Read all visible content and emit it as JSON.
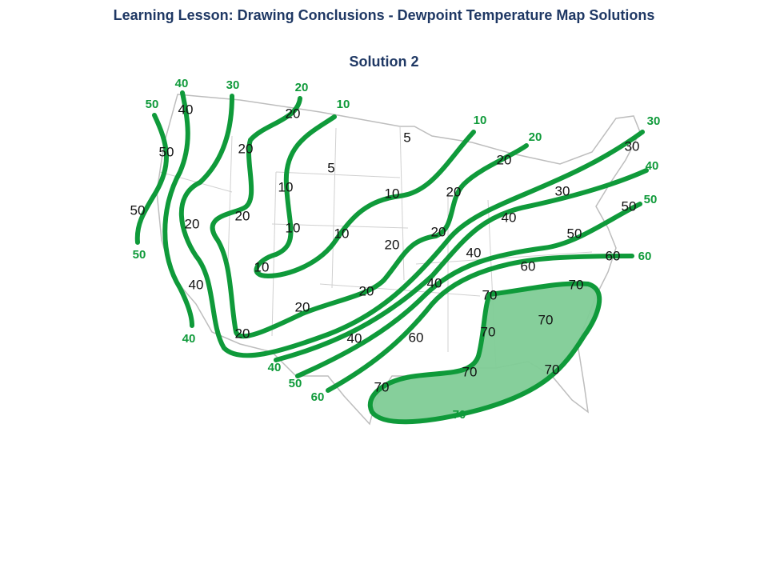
{
  "title": "Learning Lesson: Drawing Conclusions - Dewpoint Temperature Map Solutions",
  "subtitle": "Solution 2",
  "colors": {
    "isoline": "#0f9a3a",
    "shaded_region": "#7fcc96",
    "title": "#1f3864",
    "state_lines": "#bdbdbd"
  },
  "station_values": [
    "40",
    "20",
    "50",
    "20",
    "5",
    "5",
    "20",
    "30",
    "10",
    "10",
    "20",
    "30",
    "50",
    "20",
    "20",
    "10",
    "10",
    "20",
    "20",
    "40",
    "50",
    "50",
    "10",
    "40",
    "60",
    "60",
    "40",
    "20",
    "40",
    "70",
    "70",
    "20",
    "70",
    "20",
    "40",
    "60",
    "70",
    "70",
    "70",
    "70"
  ],
  "isoline_labels": [
    "50",
    "50",
    "40",
    "40",
    "30",
    "20",
    "10",
    "10",
    "20",
    "30",
    "40",
    "50",
    "60",
    "40",
    "50",
    "60",
    "70"
  ]
}
